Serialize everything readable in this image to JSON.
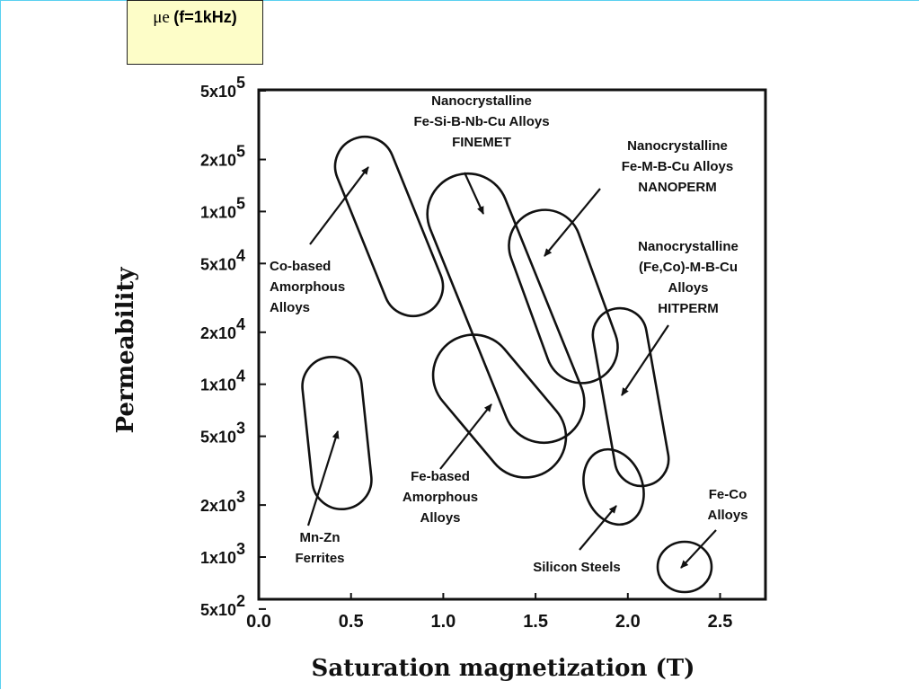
{
  "header": {
    "symbol": "μe",
    "condition": "(f=1kHz)"
  },
  "chart_data": {
    "type": "scatter",
    "title": "",
    "xlabel": "Saturation magnetization (T)",
    "ylabel": "Permeability",
    "x_ticks": [
      "0.0",
      "0.5",
      "1.0",
      "1.5",
      "2.0",
      "2.5"
    ],
    "y_ticks": [
      {
        "base": "5x10",
        "exp": "5"
      },
      {
        "base": "2x10",
        "exp": "5"
      },
      {
        "base": "1x10",
        "exp": "5"
      },
      {
        "base": "5x10",
        "exp": "4"
      },
      {
        "base": "2x10",
        "exp": "4"
      },
      {
        "base": "1x10",
        "exp": "4"
      },
      {
        "base": "5x10",
        "exp": "3"
      },
      {
        "base": "2x10",
        "exp": "3"
      },
      {
        "base": "1x10",
        "exp": "3"
      },
      {
        "base": "5x10",
        "exp": "2"
      }
    ],
    "y_scale": "log",
    "xlim": [
      0.0,
      2.8
    ],
    "ylim": [
      500,
      500000
    ],
    "grid": false,
    "regions": [
      {
        "key": "co_amorphous",
        "label_lines": [
          "Co-based",
          "Amorphous",
          "Alloys"
        ],
        "bs_range": [
          0.5,
          0.95
        ],
        "mu_range": [
          25000,
          270000
        ]
      },
      {
        "key": "finemet",
        "label_lines": [
          "Nanocrystalline",
          "Fe-Si-B-Nb-Cu Alloys",
          "FINEMET"
        ],
        "bs_range": [
          1.0,
          1.65
        ],
        "mu_range": [
          4500,
          170000
        ]
      },
      {
        "key": "nanoperm",
        "label_lines": [
          "Nanocrystalline",
          "Fe-M-B-Cu Alloys",
          "NANOPERM"
        ],
        "bs_range": [
          1.4,
          1.9
        ],
        "mu_range": [
          10000,
          90000
        ]
      },
      {
        "key": "hitperm",
        "label_lines": [
          "Nanocrystalline",
          "(Fe,Co)-M-B-Cu",
          "Alloys",
          "HITPERM"
        ],
        "bs_range": [
          1.8,
          2.15
        ],
        "mu_range": [
          2100,
          25000
        ]
      },
      {
        "key": "fe_amorphous",
        "label_lines": [
          "Fe-based",
          "Amorphous",
          "Alloys"
        ],
        "bs_range": [
          0.95,
          1.7
        ],
        "mu_range": [
          3500,
          15000
        ]
      },
      {
        "key": "mn_zn_ferrites",
        "label_lines": [
          "Mn-Zn",
          "Ferrites"
        ],
        "bs_range": [
          0.25,
          0.6
        ],
        "mu_range": [
          1900,
          13000
        ]
      },
      {
        "key": "silicon_steels",
        "label_lines": [
          "Silicon Steels"
        ],
        "bs_range": [
          1.75,
          2.05
        ],
        "mu_range": [
          1400,
          4500
        ]
      },
      {
        "key": "fe_co_alloys",
        "label_lines": [
          "Fe-Co",
          "Alloys"
        ],
        "bs_range": [
          2.2,
          2.45
        ],
        "mu_range": [
          650,
          1100
        ]
      }
    ]
  }
}
